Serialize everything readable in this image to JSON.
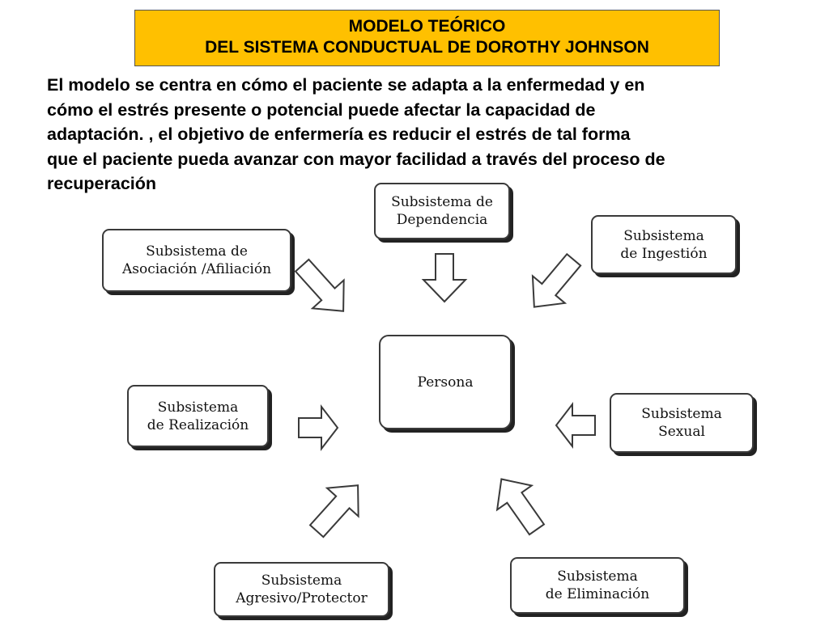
{
  "header": {
    "title_line1": "MODELO TEÓRICO",
    "title_line2": "DEL SISTEMA CONDUCTUAL DE DOROTHY JOHNSON",
    "background_color": "#ffc000"
  },
  "description": {
    "lines": [
      "El modelo  se centra en cómo el paciente se adapta a la enfermedad y en",
      "cómo el estrés presente o potencial puede afectar la capacidad de",
      "adaptación.  , el objetivo de enfermería es reducir el estrés de tal forma",
      "que el paciente pueda avanzar con mayor facilidad a través del proceso de",
      "recuperación"
    ]
  },
  "diagram": {
    "center": {
      "label": "Persona"
    },
    "subsystems": {
      "dependencia": {
        "line1": "Subsistema de",
        "line2": "Dependencia"
      },
      "ingestion": {
        "line1": "Subsistema",
        "line2": "de Ingestión"
      },
      "asociacion": {
        "line1": "Subsistema de",
        "line2": "Asociación /Afiliación"
      },
      "realizacion": {
        "line1": "Subsistema",
        "line2": "de Realización"
      },
      "sexual": {
        "line1": "Subsistema",
        "line2": "Sexual"
      },
      "agresivo": {
        "line1": "Subsistema",
        "line2": "Agresivo/Protector"
      },
      "eliminacion": {
        "line1": "Subsistema",
        "line2": "de Eliminación"
      }
    }
  }
}
